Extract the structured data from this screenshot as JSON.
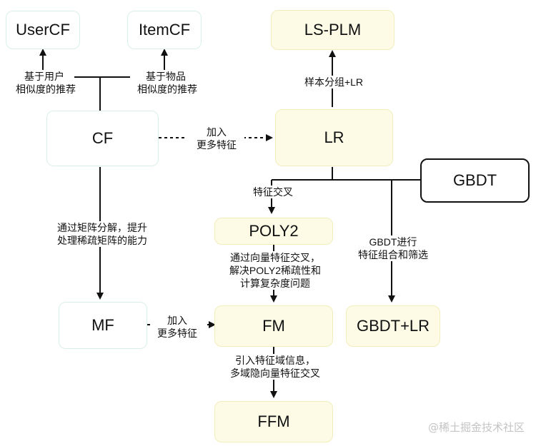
{
  "nodes": {
    "usercf": "UserCF",
    "itemcf": "ItemCF",
    "lsplm": "LS-PLM",
    "cf": "CF",
    "lr": "LR",
    "gbdt": "GBDT",
    "poly2": "POLY2",
    "mf": "MF",
    "fm": "FM",
    "gbdt_lr": "GBDT+LR",
    "ffm": "FFM"
  },
  "edge_labels": {
    "cf_to_usercf": [
      "基于用户",
      "相似度的推荐"
    ],
    "cf_to_itemcf": [
      "基于物品",
      "相似度的推荐"
    ],
    "lr_to_lsplm": [
      "样本分组+LR"
    ],
    "cf_to_lr": [
      "加入",
      "更多特征"
    ],
    "lr_to_poly2": [
      "特征交叉"
    ],
    "cf_to_mf": [
      "通过矩阵分解，提升",
      "处理稀疏矩阵的能力"
    ],
    "poly2_to_fm": [
      "通过向量特征交叉，",
      "解决POLY2稀疏性和",
      "计算复杂度问题"
    ],
    "gbdt_to_gbdtlr": [
      "GBDT进行",
      "特征组合和筛选"
    ],
    "mf_to_fm": [
      "加入",
      "更多特征"
    ],
    "fm_to_ffm": [
      "引入特征域信息，",
      "多域隐向量特征交叉"
    ]
  },
  "watermark": "@稀土掘金技术社区",
  "colors": {
    "cream_fill": "#fdfbe6",
    "cream_border": "#f1eebd",
    "teal_border": "#d9efec",
    "line": "#111111"
  }
}
